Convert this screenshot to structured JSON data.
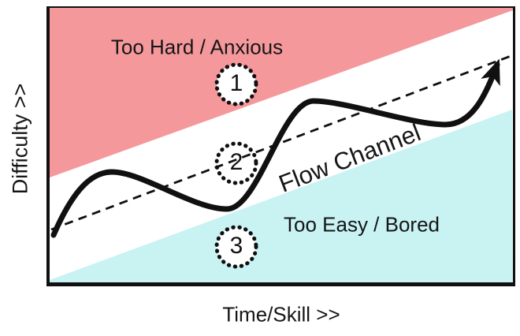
{
  "colors": {
    "too_hard_fill": "#F5989C",
    "too_easy_fill": "#C9F2F3",
    "ink": "#111111"
  },
  "axes": {
    "y_label": "Difficulty >>",
    "x_label": "Time/Skill >>"
  },
  "regions": {
    "too_hard": {
      "label": "Too Hard / Anxious",
      "marker": "1"
    },
    "flow_channel": {
      "label": "Flow Channel",
      "marker": "2"
    },
    "too_easy": {
      "label": "Too Easy / Bored",
      "marker": "3"
    }
  }
}
